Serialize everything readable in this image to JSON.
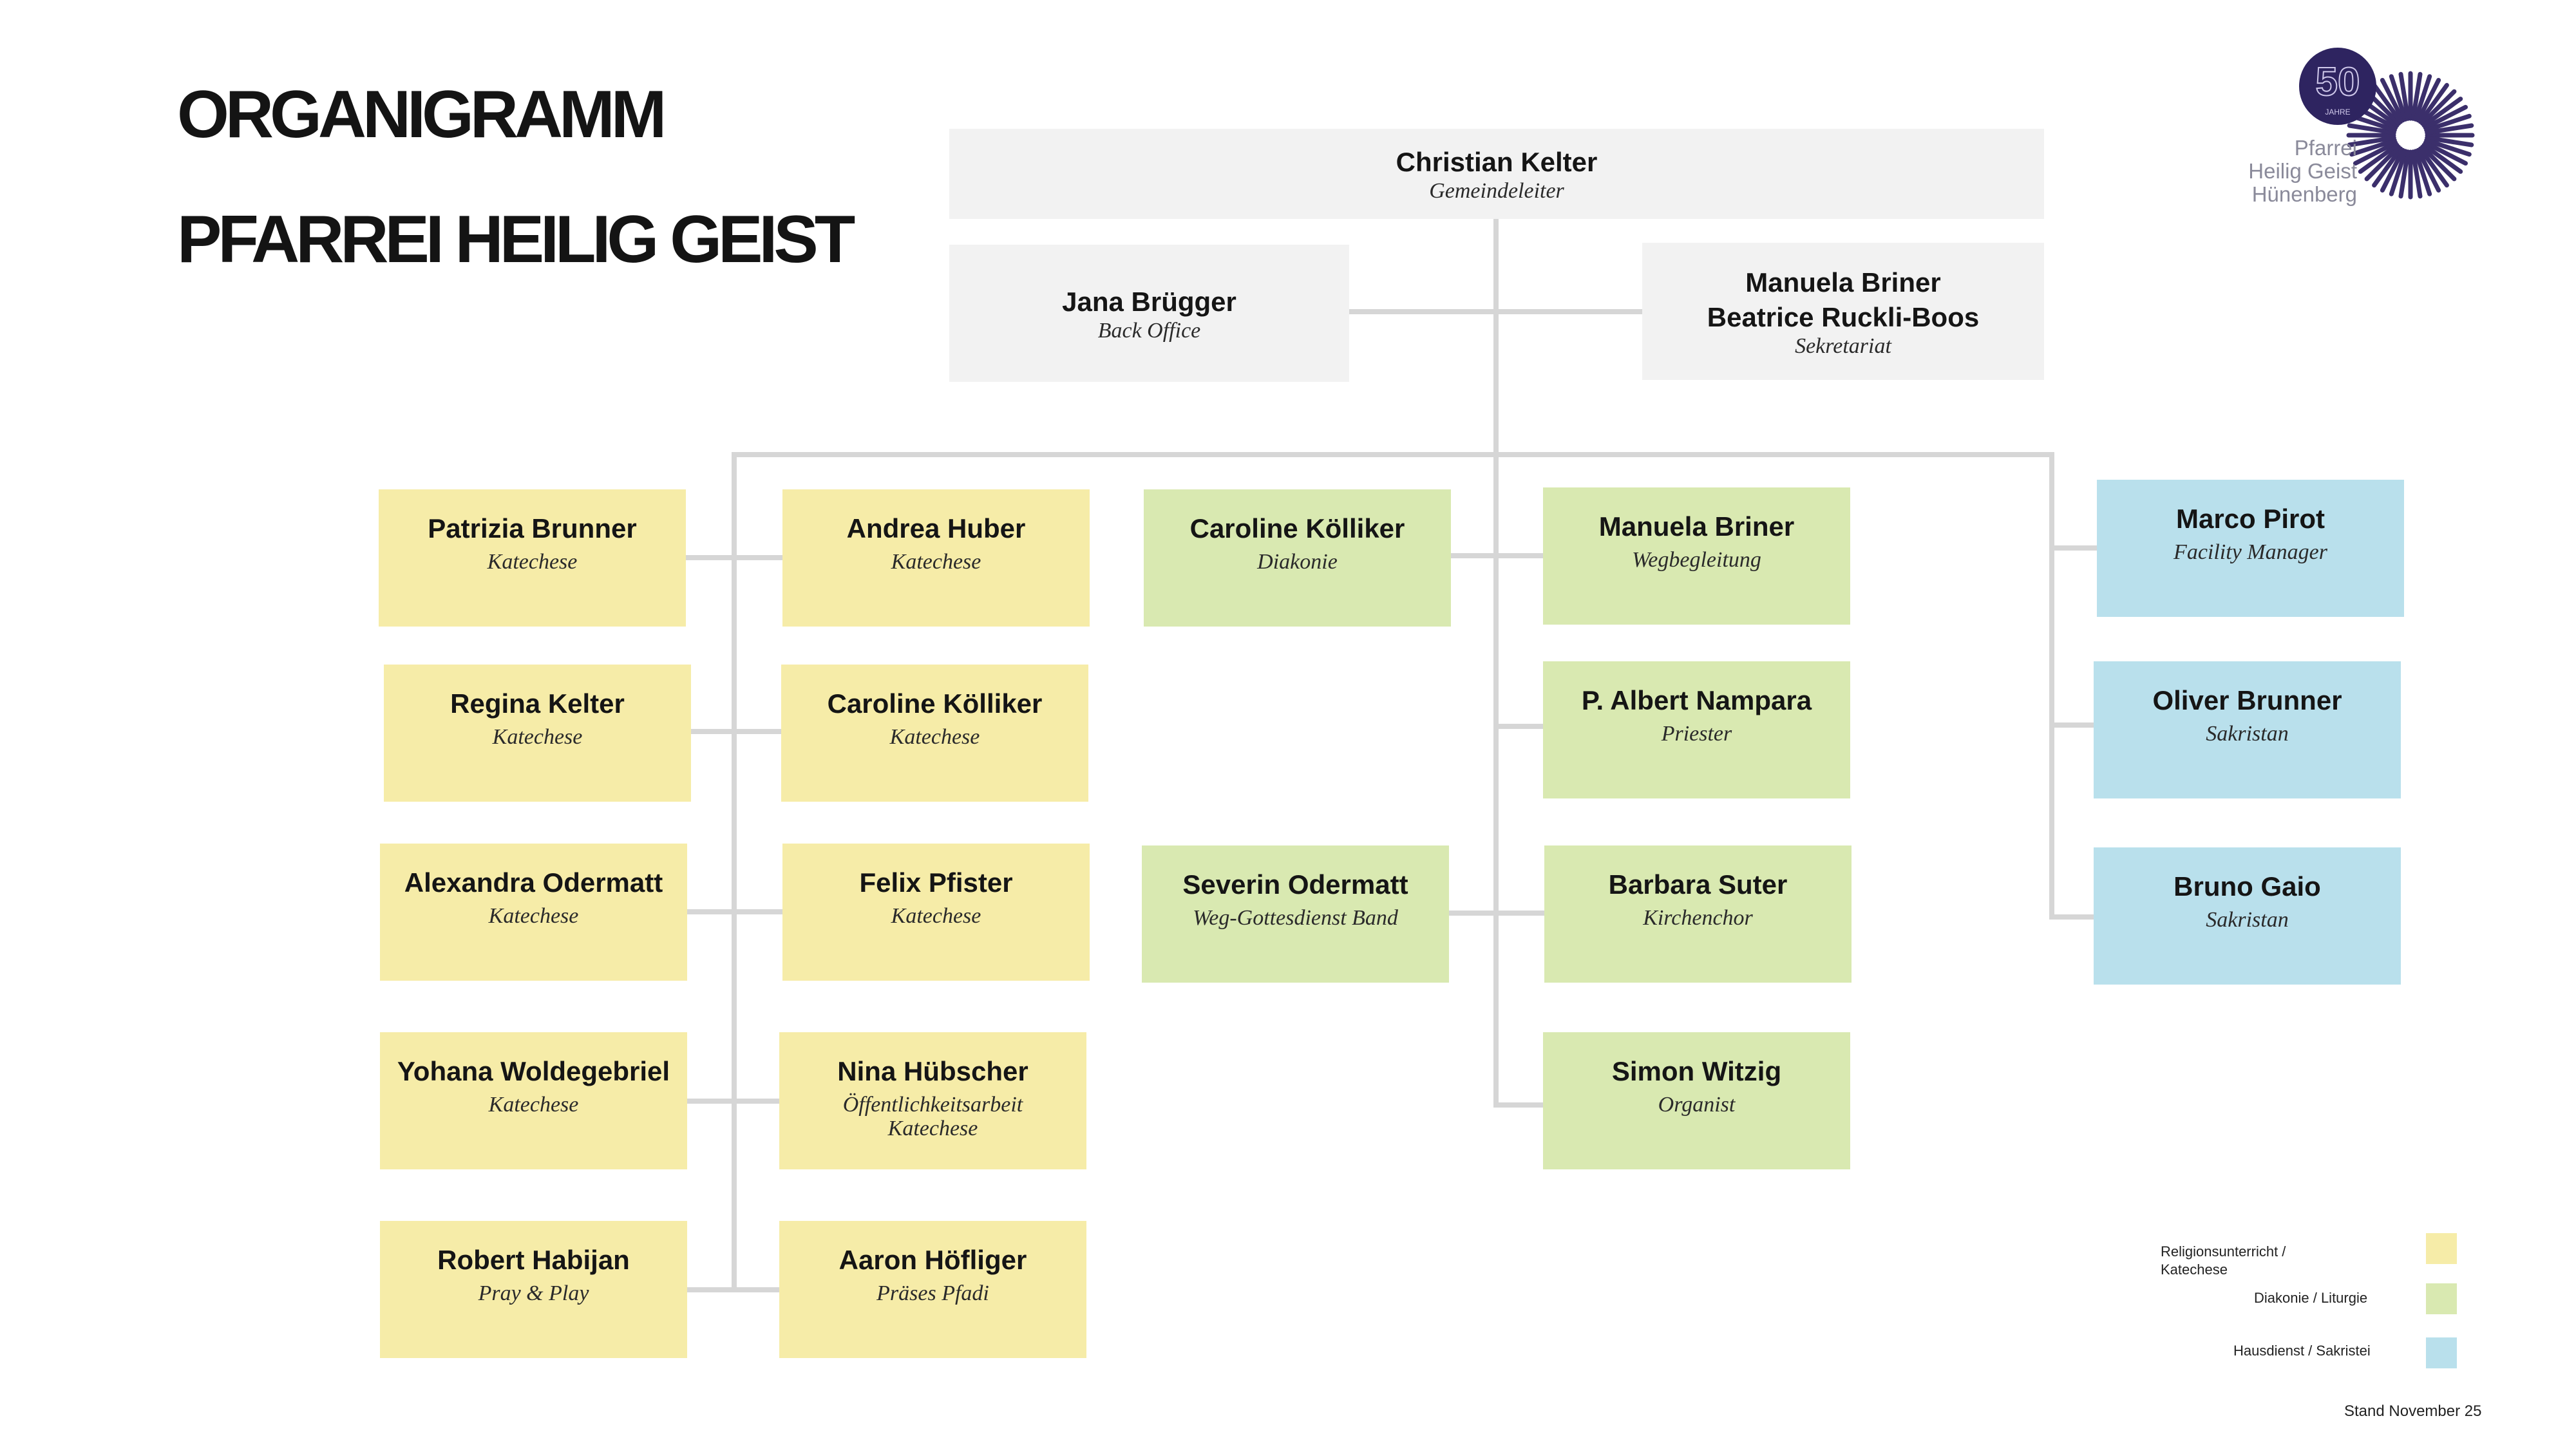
{
  "title": {
    "line1": "ORGANIGRAMM",
    "line2": "PFARREI HEILIG GEIST"
  },
  "colors": {
    "leadership": "#f2f2f2",
    "religion_katechese": "#f6eca8",
    "diakonie_liturgie": "#d9e9b1",
    "hausdienst_sakristei": "#b9e0ec",
    "lines": "#d6d6d6",
    "logo_purple": "#3b2f6b"
  },
  "logo": {
    "number": "50",
    "jahre": "JAHRE",
    "line1": "Pfarrei",
    "line2": "Heilig Geist",
    "line3": "Hünenberg"
  },
  "leadership": {
    "head": {
      "name": "Christian Kelter",
      "role": "Gemeindeleiter"
    },
    "back_office": {
      "name": "Jana Brügger",
      "role": "Back Office"
    },
    "sekretariat": {
      "name1": "Manuela Briner",
      "name2": "Beatrice Ruckli-Boos",
      "role": "Sekretariat"
    }
  },
  "katechese_col1": [
    {
      "name": "Patrizia Brunner",
      "role": "Katechese"
    },
    {
      "name": "Regina Kelter",
      "role": "Katechese"
    },
    {
      "name": "Alexandra Odermatt",
      "role": "Katechese"
    },
    {
      "name": "Yohana Woldegebriel",
      "role": "Katechese"
    },
    {
      "name": "Robert Habijan",
      "role": "Pray & Play"
    }
  ],
  "katechese_col2": [
    {
      "name": "Andrea Huber",
      "role": "Katechese"
    },
    {
      "name": "Caroline Kölliker",
      "role": "Katechese"
    },
    {
      "name": "Felix Pfister",
      "role": "Katechese"
    },
    {
      "name": "Nina Hübscher",
      "role": "Öffentlichkeitsarbeit",
      "role2": "Katechese"
    },
    {
      "name": "Aaron Höfliger",
      "role": "Präses Pfadi"
    }
  ],
  "diakonie_left": [
    {
      "name": "Caroline Kölliker",
      "role": "Diakonie"
    },
    {
      "name": "Severin Odermatt",
      "role": "Weg-Gottesdienst Band"
    }
  ],
  "diakonie_right": [
    {
      "name": "Manuela Briner",
      "role": "Wegbegleitung"
    },
    {
      "name": "P. Albert Nampara",
      "role": "Priester"
    },
    {
      "name": "Barbara Suter",
      "role": "Kirchenchor"
    },
    {
      "name": "Simon Witzig",
      "role": "Organist"
    }
  ],
  "hausdienst": [
    {
      "name": "Marco Pirot",
      "role": "Facility Manager"
    },
    {
      "name": "Oliver Brunner",
      "role": "Sakristan"
    },
    {
      "name": "Bruno Gaio",
      "role": "Sakristan"
    }
  ],
  "legend": {
    "religion_line1": "Religionsunterricht /",
    "religion_line2": "Katechese",
    "diakonie": "Diakonie / Liturgie",
    "hausdienst": "Hausdienst / Sakristei"
  },
  "stand": "Stand November 25"
}
